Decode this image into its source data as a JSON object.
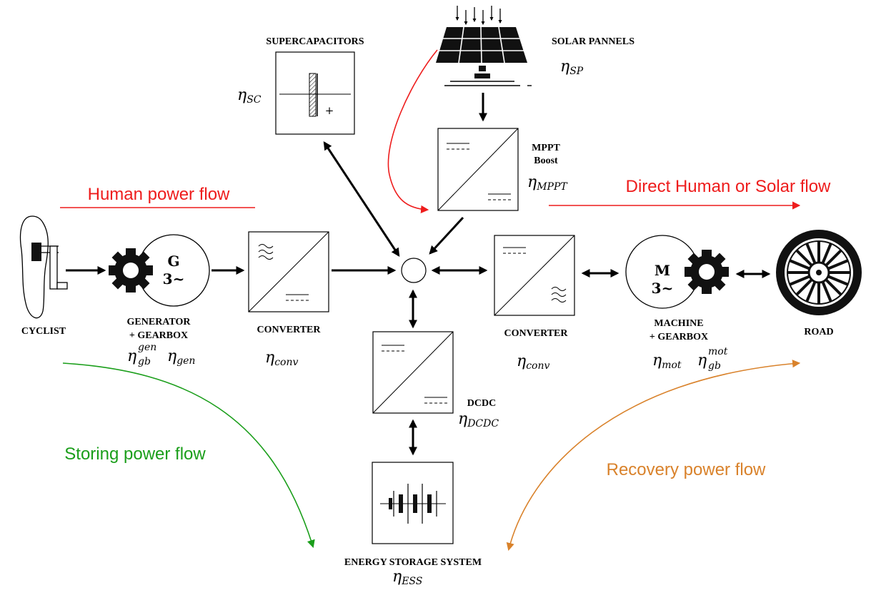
{
  "labels": {
    "supercapacitors": "SUPERCAPACITORS",
    "solar_pannels": "SOLAR PANNELS",
    "mppt": "MPPT",
    "boost": "Boost",
    "cyclist": "CYCLIST",
    "generator": "GENERATOR",
    "gearbox_plus": "+ GEARBOX",
    "converter_left": "CONVERTER",
    "converter_right": "CONVERTER",
    "machine": "MACHINE",
    "gearbox_plus_right": "+ GEARBOX",
    "road": "ROAD",
    "dcdc": "DCDC",
    "ess": "ENERGY STORAGE SYSTEM"
  },
  "machine_glyphs": {
    "generator_letter": "G",
    "motor_letter": "M",
    "three_phase": "3~",
    "plus": "+"
  },
  "efficiencies": {
    "eta": "η",
    "sc": "SC",
    "sp": "SP",
    "mppt": "MPPT",
    "gb_gen_sub": "gb",
    "gb_gen_sup": "gen",
    "gen": "gen",
    "conv_left": "conv",
    "conv_right": "conv",
    "mot": "mot",
    "gb_mot_sub": "gb",
    "gb_mot_sup": "mot",
    "dcdc": "DCDC",
    "ess": "ESS"
  },
  "flows": {
    "human": "Human power flow",
    "direct": "Direct Human or Solar flow",
    "storing": "Storing power flow",
    "recovery": "Recovery power flow"
  },
  "colors": {
    "human": "#ee1c1c",
    "direct": "#ee1c1c",
    "solar_curve": "#ee1c1c",
    "storing": "#1a9e1a",
    "recovery": "#d9822b",
    "ink": "#000000"
  }
}
